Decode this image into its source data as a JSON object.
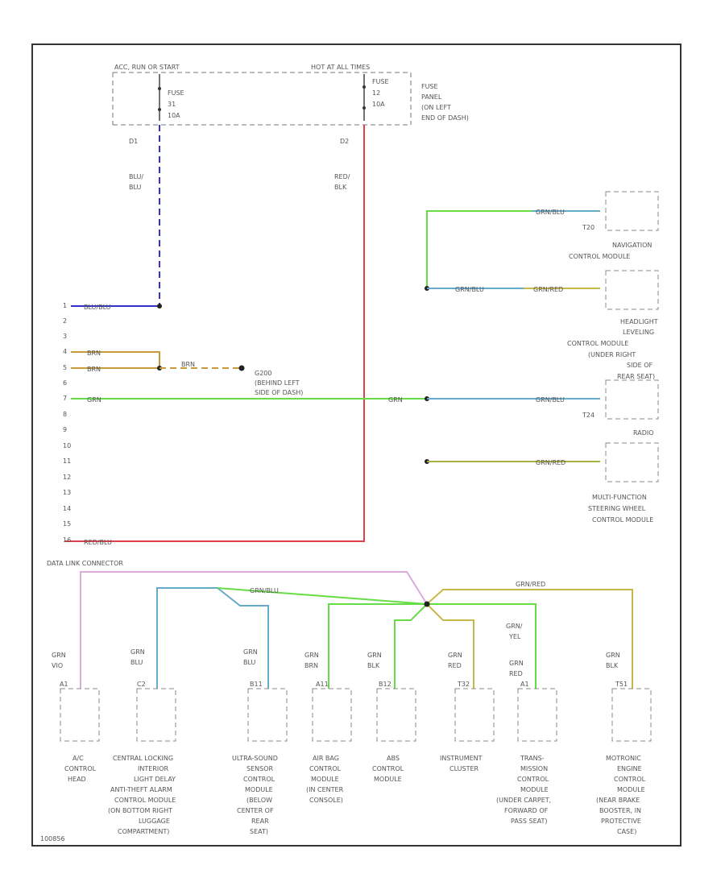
{
  "fuse_box": {
    "header_left": "ACC, RUN OR START",
    "header_right": "HOT AT ALL TIMES",
    "fuse_left_label": [
      "FUSE",
      "31",
      "10A"
    ],
    "fuse_right_label": [
      "FUSE",
      "12",
      "10A"
    ],
    "panel_label": [
      "FUSE",
      "PANEL",
      "(ON LEFT",
      "END OF DASH)"
    ],
    "pin_left": "D1",
    "pin_right": "D2"
  },
  "wire_labels": {
    "blu_blu": [
      "BLU/",
      "BLU"
    ],
    "red_blk": [
      "RED/",
      "BLK"
    ],
    "left_pin_wires": [
      "BLU/BLU",
      "BRN",
      "BRN",
      "GRN",
      "RED/BLU"
    ],
    "brn_ground": "BRN",
    "grn_trunk": "GRN",
    "grn_blu_1": "GRN/BLU",
    "grn_blu_2": "GRN/BLU",
    "grn_red": "GRN/RED",
    "grn_blu_3": "GRN/BLU",
    "grn_red_2": "GRN/RED",
    "grn_blu_bottom": "GRN/BLU",
    "grn_red_bottom": "GRN/RED"
  },
  "ground": {
    "label": [
      "G200",
      "(BEHIND LEFT",
      "SIDE OF DASH)"
    ]
  },
  "data_link": {
    "pins": [
      "1",
      "2",
      "3",
      "4",
      "5",
      "6",
      "7",
      "8",
      "9",
      "10",
      "11",
      "12",
      "13",
      "14",
      "15",
      "16"
    ],
    "label": "DATA LINK CONNECTOR"
  },
  "right_modules": [
    {
      "pin": "T20",
      "name": [
        "NAVIGATION",
        "CONTROL MODULE"
      ]
    },
    {
      "pin": "",
      "name": [
        "HEADLIGHT",
        "LEVELING",
        "CONTROL MODULE",
        "(UNDER RIGHT",
        "SIDE OF",
        "REAR SEAT)"
      ]
    },
    {
      "pin": "T24",
      "name": [
        "RADIO"
      ]
    },
    {
      "pin": "",
      "name": [
        "MULTI-FUNCTION",
        "STEERING WHEEL",
        "CONTROL MODULE"
      ]
    }
  ],
  "bottom_modules": [
    {
      "wire": [
        "GRN",
        "VIO"
      ],
      "pin": "A1",
      "name": [
        "A/C",
        "CONTROL",
        "HEAD"
      ]
    },
    {
      "wire": [
        "GRN",
        "BLU"
      ],
      "pin": "C2",
      "name": [
        "CENTRAL LOCKING",
        "INTERIOR",
        "LIGHT DELAY",
        "ANTI-THEFT ALARM",
        "CONTROL MODULE",
        "(ON BOTTOM RIGHT",
        "LUGGAGE",
        "COMPARTMENT)"
      ]
    },
    {
      "wire": [
        "GRN",
        "BLU"
      ],
      "pin": "B11",
      "name": [
        "ULTRA-SOUND",
        "SENSOR",
        "CONTROL",
        "MODULE",
        "(BELOW",
        "CENTER OF",
        "REAR",
        "SEAT)"
      ]
    },
    {
      "wire": [
        "GRN",
        "BRN"
      ],
      "pin": "A11",
      "name": [
        "AIR BAG",
        "CONTROL",
        "MODULE",
        "(IN CENTER",
        "CONSOLE)"
      ]
    },
    {
      "wire": [
        "GRN",
        "BLK"
      ],
      "pin": "B12",
      "name": [
        "ABS",
        "CONTROL",
        "MODULE"
      ]
    },
    {
      "wire": [
        "GRN",
        "RED"
      ],
      "pin": "T32",
      "name": [
        "INSTRUMENT",
        "CLUSTER"
      ]
    },
    {
      "wire": [
        "GRN",
        "RED"
      ],
      "pin": "A1",
      "name": [
        "TRANS-",
        "MISSION",
        "CONTROL",
        "MODULE",
        "(UNDER CARPET,",
        "FORWARD OF",
        "PASS SEAT)"
      ]
    },
    {
      "wire": [
        "GRN",
        "BLK"
      ],
      "pin": "T51",
      "name": [
        "MOTRONIC",
        "ENGINE",
        "CONTROL",
        "MODULE",
        "(NEAR BRAKE",
        "BOOSTER, IN",
        "PROTECTIVE",
        "CASE)"
      ]
    }
  ],
  "grn_yel": [
    "GRN/",
    "YEL"
  ],
  "footer_code": "100856"
}
